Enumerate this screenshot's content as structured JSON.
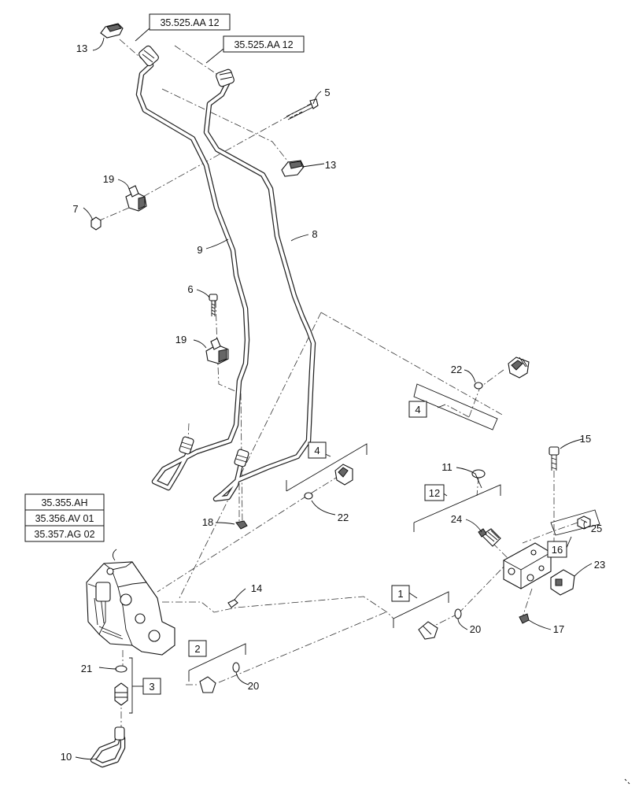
{
  "callouts": {
    "c13a": "13",
    "c13b": "13",
    "c5": "5",
    "c19a": "19",
    "c7": "7",
    "c9": "9",
    "c8": "8",
    "c6": "6",
    "c19b": "19",
    "c22a": "22",
    "c4a": "4",
    "c4b": "4",
    "c22b": "22",
    "c18": "18",
    "c15": "15",
    "c11": "11",
    "c12": "12",
    "c24": "24",
    "c25": "25",
    "c16": "16",
    "c23": "23",
    "c14": "14",
    "c1": "1",
    "c20a": "20",
    "c17": "17",
    "c21": "21",
    "c3": "3",
    "c2": "2",
    "c20b": "20",
    "c10": "10"
  },
  "references": {
    "ref_top_1": "35.525.AA 12",
    "ref_top_2": "35.525.AA 12",
    "ref_valve_1": "35.355.AH",
    "ref_valve_2": "35.356.AV 01",
    "ref_valve_3": "35.357.AG 02"
  }
}
